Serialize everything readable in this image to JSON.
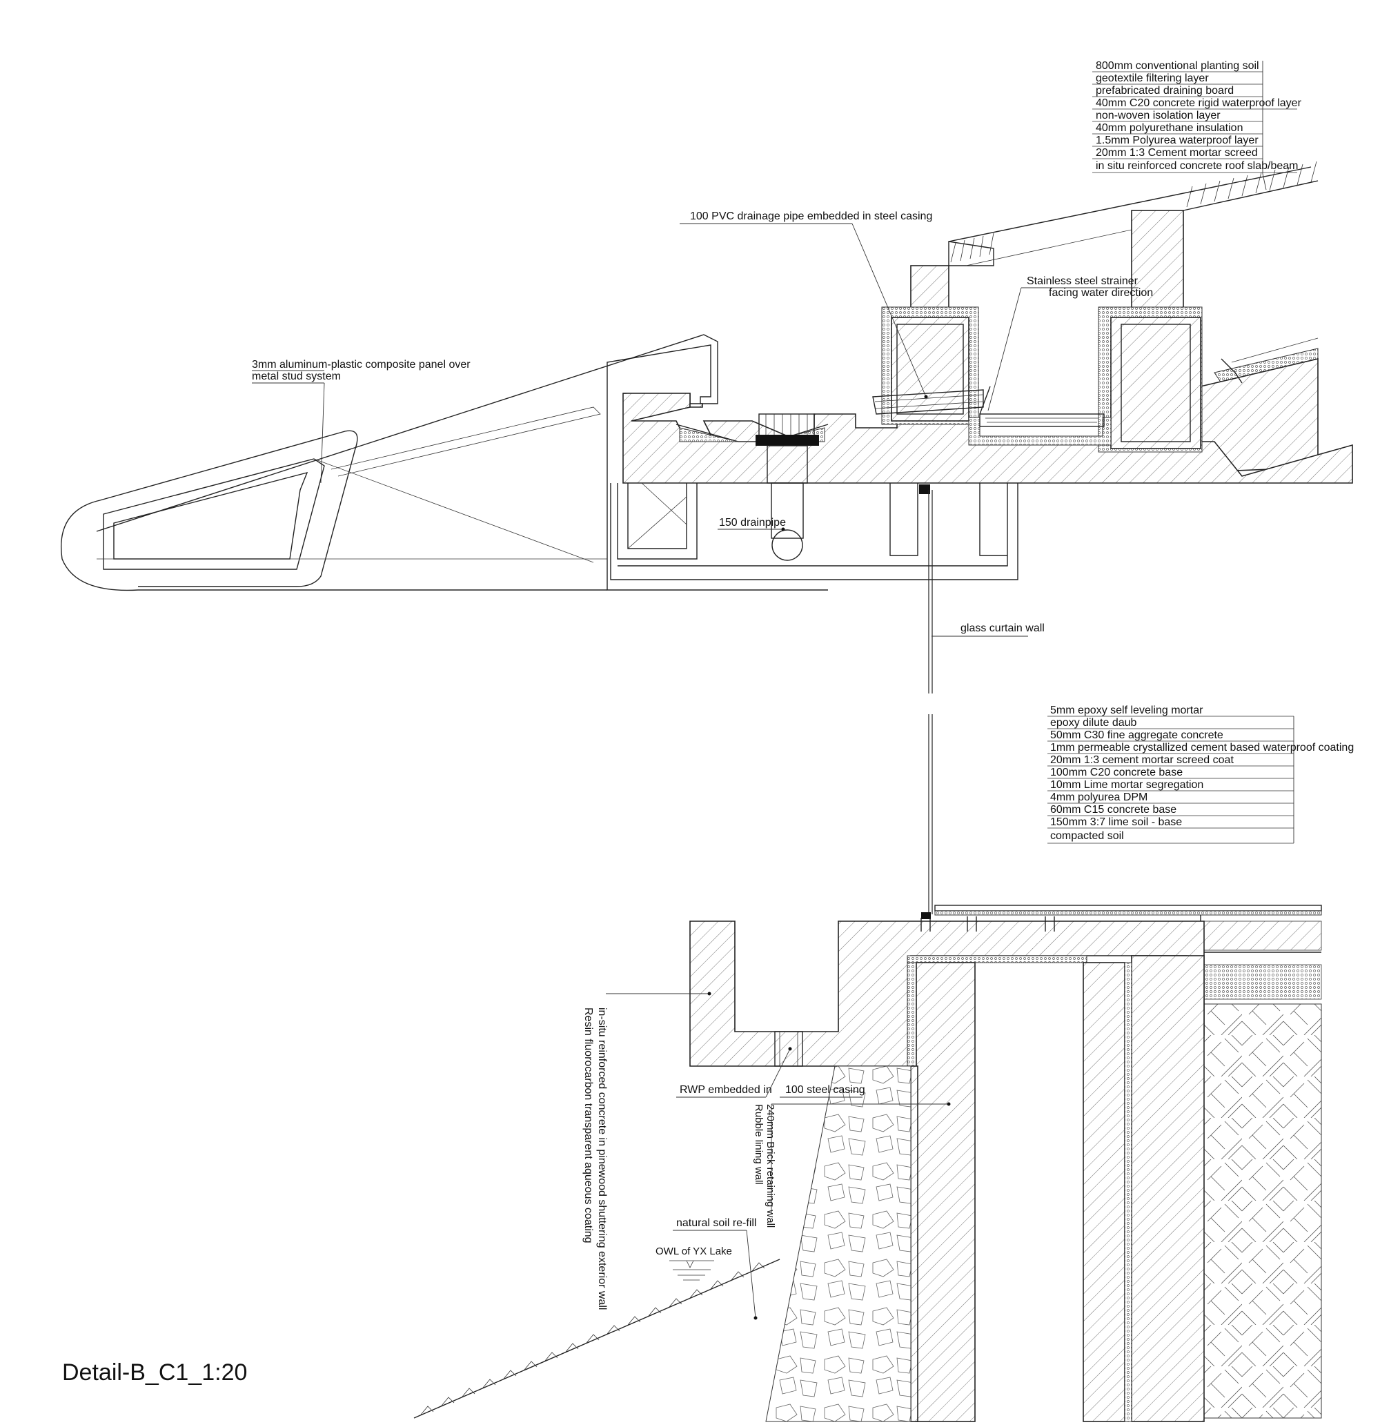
{
  "title": "Detail-B_C1_1:20",
  "roof_layers": [
    "800mm conventional planting soil",
    "geotextile filtering layer",
    "prefabricated draining board",
    "40mm C20 concrete rigid waterproof layer",
    "non-woven isolation layer",
    "40mm polyurethane insulation",
    "1.5mm Polyurea waterproof layer",
    "20mm 1:3 Cement mortar screed",
    "in situ reinforced concrete roof slab/beam"
  ],
  "floor_layers": [
    "5mm epoxy self leveling mortar",
    "epoxy dilute daub",
    "50mm C30 fine aggregate concrete",
    "1mm permeable crystallized cement based waterproof coating",
    "20mm 1:3 cement mortar screed coat",
    "100mm C20 concrete base",
    "10mm Lime mortar segregation",
    "4mm polyurea DPM",
    "60mm C15 concrete base",
    "150mm 3:7 lime soil - base",
    "compacted soil"
  ],
  "annotations": {
    "pvc_pipe": "100 PVC drainage pipe embedded in steel casing",
    "strainer_1": "Stainless steel strainer",
    "strainer_2": "facing water direction",
    "panel_1": "3mm aluminum-plastic composite panel over",
    "panel_2": "metal stud system",
    "drainpipe": "150 drainpipe",
    "curtain_wall": "glass curtain wall",
    "exterior_wall_1": "in-situ reinforced concrete in pinewood shuttering exterior wall",
    "exterior_wall_2": "Resin fluorocarbon transparent aqueous coating",
    "rwp": "RWP embedded in",
    "steel_casing": "100 steel casing",
    "brick_wall": "240mm Brick retaining wall",
    "rubble_wall": "Rubble lining wall",
    "refill": "natural soil re-fill",
    "owl": "OWL of YX Lake"
  }
}
